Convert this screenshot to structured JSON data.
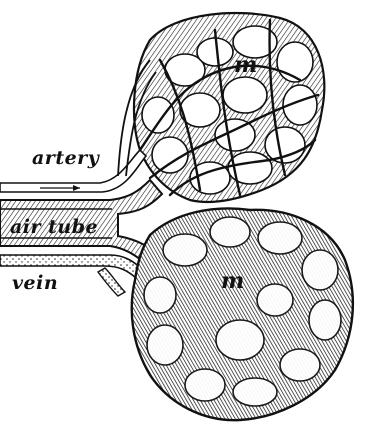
{
  "labels": {
    "artery": "artery",
    "air_tube": "air tube",
    "vein": "vein"
  },
  "markers": {
    "upper_sac": "m",
    "lower_sac": "m"
  },
  "colors": {
    "ink": "#111111",
    "paper": "#ffffff"
  }
}
